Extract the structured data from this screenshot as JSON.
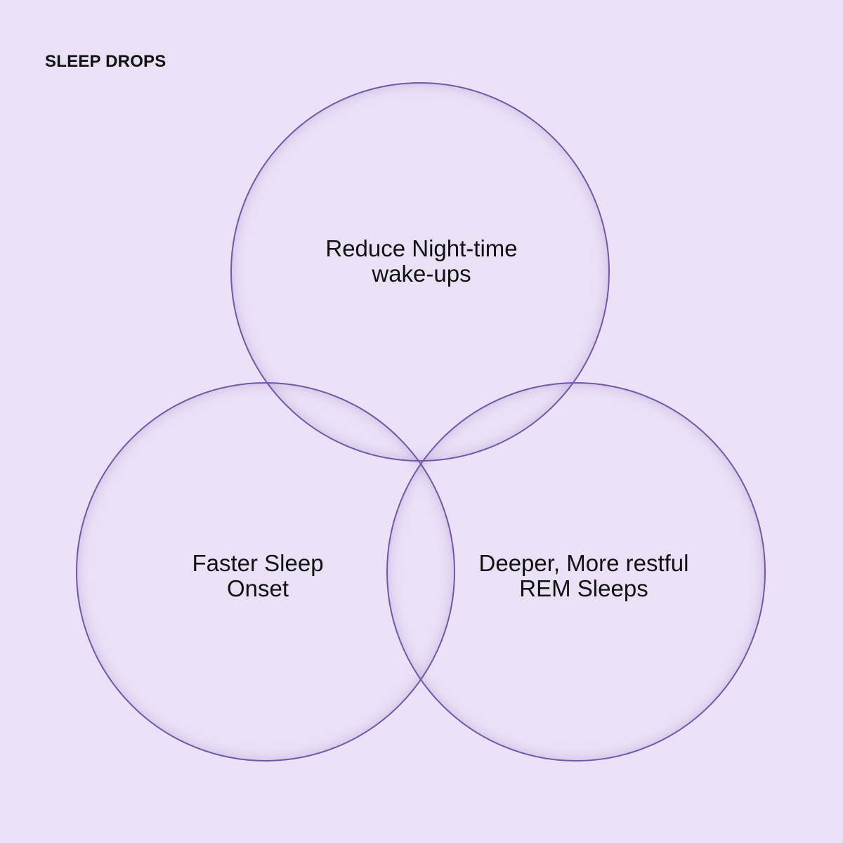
{
  "brand": {
    "title": "SLEEP DROPS"
  },
  "venn": {
    "circles": [
      {
        "id": "top",
        "lines": [
          "Reduce Night-time",
          "wake-ups"
        ]
      },
      {
        "id": "left",
        "lines": [
          "Faster Sleep",
          "Onset"
        ]
      },
      {
        "id": "right",
        "lines": [
          "Deeper, More restful",
          "REM Sleeps"
        ]
      }
    ]
  },
  "colors": {
    "background": "#EBE1F7",
    "circle_stroke": "#7257A6",
    "text": "#111111"
  }
}
